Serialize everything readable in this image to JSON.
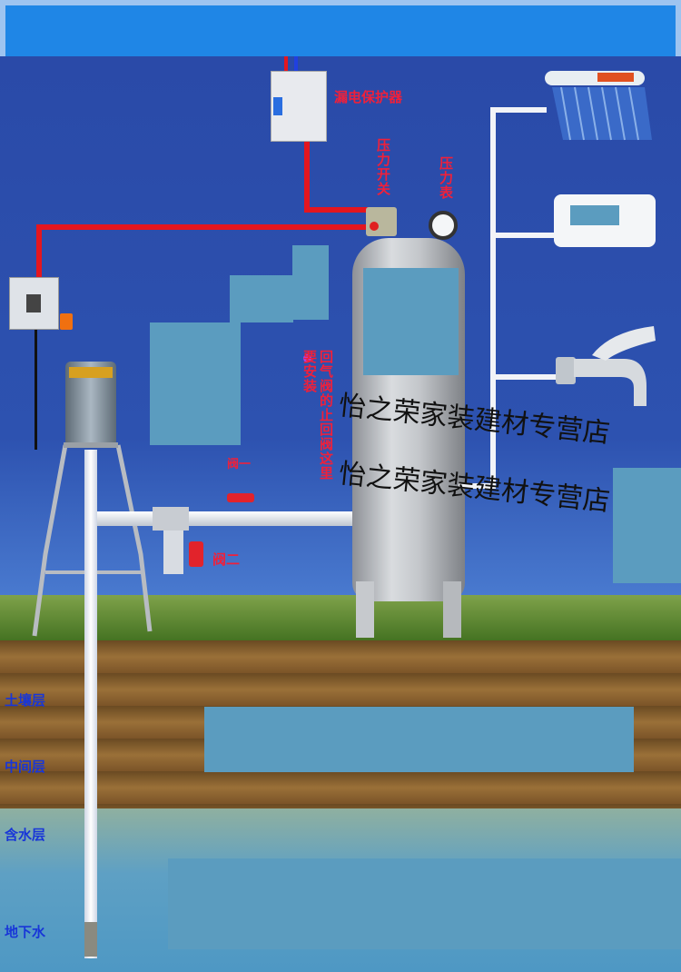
{
  "labels": {
    "breaker": "漏电保护器",
    "pressure_switch": "压力开关",
    "pressure_gauge": "压力表",
    "check_valve_note": "回气阀的止回阀这里要安装",
    "valve_one": "阀一",
    "valve_two": "阀二"
  },
  "layers": [
    "土壤层",
    "中间层",
    "含水层",
    "地下水"
  ],
  "watermark": "怡之荣家装建材专营店",
  "colors": {
    "wire": "#e4161f",
    "label": "#f0203a",
    "layer_label": "#1836d8",
    "sky": "#2b4aa6"
  }
}
